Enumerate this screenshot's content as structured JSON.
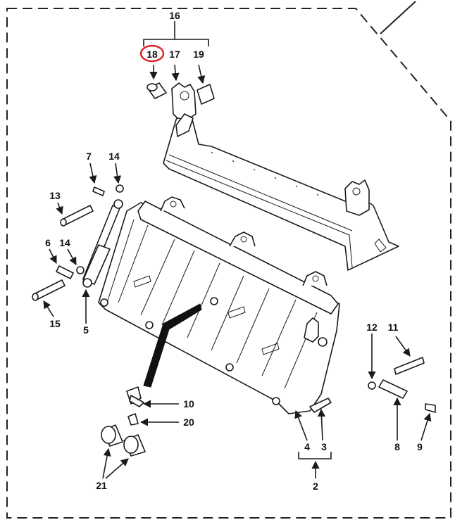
{
  "diagram": {
    "highlight_color": "#d9262b",
    "line_color": "#1a1a1a",
    "callouts": {
      "c16": "16",
      "c18": "18",
      "c17": "17",
      "c19": "19",
      "c7": "7",
      "c14a": "14",
      "c13": "13",
      "c6": "6",
      "c14b": "14",
      "c15": "15",
      "c5": "5",
      "c12": "12",
      "c11": "11",
      "c10": "10",
      "c20": "20",
      "c21": "21",
      "c4": "4",
      "c3": "3",
      "c8": "8",
      "c9": "9",
      "c2": "2"
    }
  }
}
